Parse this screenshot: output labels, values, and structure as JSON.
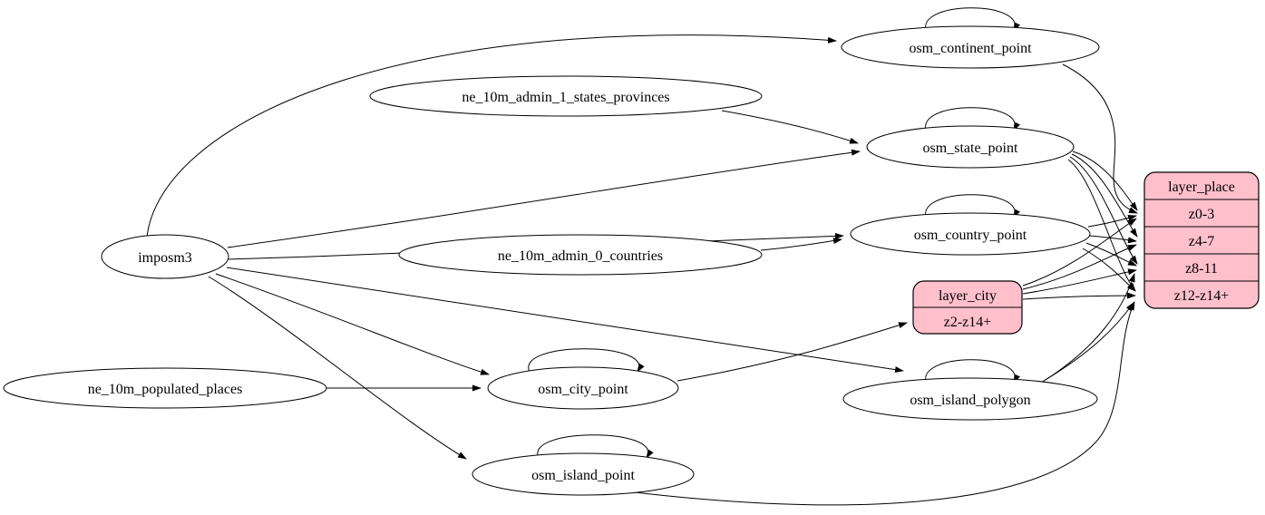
{
  "nodes": {
    "imposm3": {
      "label": "imposm3"
    },
    "ne_states": {
      "label": "ne_10m_admin_1_states_provinces"
    },
    "ne_countries": {
      "label": "ne_10m_admin_0_countries"
    },
    "ne_places": {
      "label": "ne_10m_populated_places"
    },
    "continent": {
      "label": "osm_continent_point"
    },
    "state": {
      "label": "osm_state_point"
    },
    "country": {
      "label": "osm_country_point"
    },
    "city": {
      "label": "osm_city_point"
    },
    "island_polygon": {
      "label": "osm_island_polygon"
    },
    "island_point": {
      "label": "osm_island_point"
    }
  },
  "records": {
    "layer_city": {
      "title": "layer_city",
      "rows": [
        "z2-z14+"
      ]
    },
    "layer_place": {
      "title": "layer_place",
      "rows": [
        "z0-3",
        "z4-7",
        "z8-11",
        "z12-z14+"
      ]
    }
  },
  "colors": {
    "record_fill": "#ffc0cb",
    "stroke": "#000000",
    "background": "#ffffff"
  },
  "edges": [
    {
      "from": "imposm3",
      "to": "osm_continent_point"
    },
    {
      "from": "imposm3",
      "to": "osm_state_point"
    },
    {
      "from": "imposm3",
      "to": "osm_country_point"
    },
    {
      "from": "imposm3",
      "to": "osm_city_point"
    },
    {
      "from": "imposm3",
      "to": "osm_island_polygon"
    },
    {
      "from": "imposm3",
      "to": "osm_island_point"
    },
    {
      "from": "ne_10m_admin_1_states_provinces",
      "to": "osm_state_point"
    },
    {
      "from": "ne_10m_admin_0_countries",
      "to": "osm_country_point"
    },
    {
      "from": "ne_10m_populated_places",
      "to": "osm_city_point"
    },
    {
      "from": "osm_continent_point",
      "to": "osm_continent_point"
    },
    {
      "from": "osm_state_point",
      "to": "osm_state_point"
    },
    {
      "from": "osm_country_point",
      "to": "osm_country_point"
    },
    {
      "from": "osm_city_point",
      "to": "osm_city_point"
    },
    {
      "from": "osm_island_polygon",
      "to": "osm_island_polygon"
    },
    {
      "from": "osm_island_point",
      "to": "osm_island_point"
    },
    {
      "from": "osm_continent_point",
      "to": "layer_place:z0-3"
    },
    {
      "from": "osm_state_point",
      "to": "layer_place:z0-3"
    },
    {
      "from": "osm_state_point",
      "to": "layer_place:z4-7"
    },
    {
      "from": "osm_state_point",
      "to": "layer_place:z8-11"
    },
    {
      "from": "osm_state_point",
      "to": "layer_place:z12-z14+"
    },
    {
      "from": "osm_country_point",
      "to": "layer_place:z0-3"
    },
    {
      "from": "osm_country_point",
      "to": "layer_place:z4-7"
    },
    {
      "from": "osm_country_point",
      "to": "layer_place:z8-11"
    },
    {
      "from": "osm_country_point",
      "to": "layer_place:z12-z14+"
    },
    {
      "from": "osm_city_point",
      "to": "layer_city:z2-z14+"
    },
    {
      "from": "layer_city",
      "to": "layer_place:z0-3"
    },
    {
      "from": "layer_city",
      "to": "layer_place:z4-7"
    },
    {
      "from": "layer_city",
      "to": "layer_place:z8-11"
    },
    {
      "from": "layer_city",
      "to": "layer_place:z12-z14+"
    },
    {
      "from": "osm_island_polygon",
      "to": "layer_place:z8-11"
    },
    {
      "from": "osm_island_polygon",
      "to": "layer_place:z12-z14+"
    },
    {
      "from": "osm_island_point",
      "to": "layer_place:z12-z14+"
    }
  ]
}
